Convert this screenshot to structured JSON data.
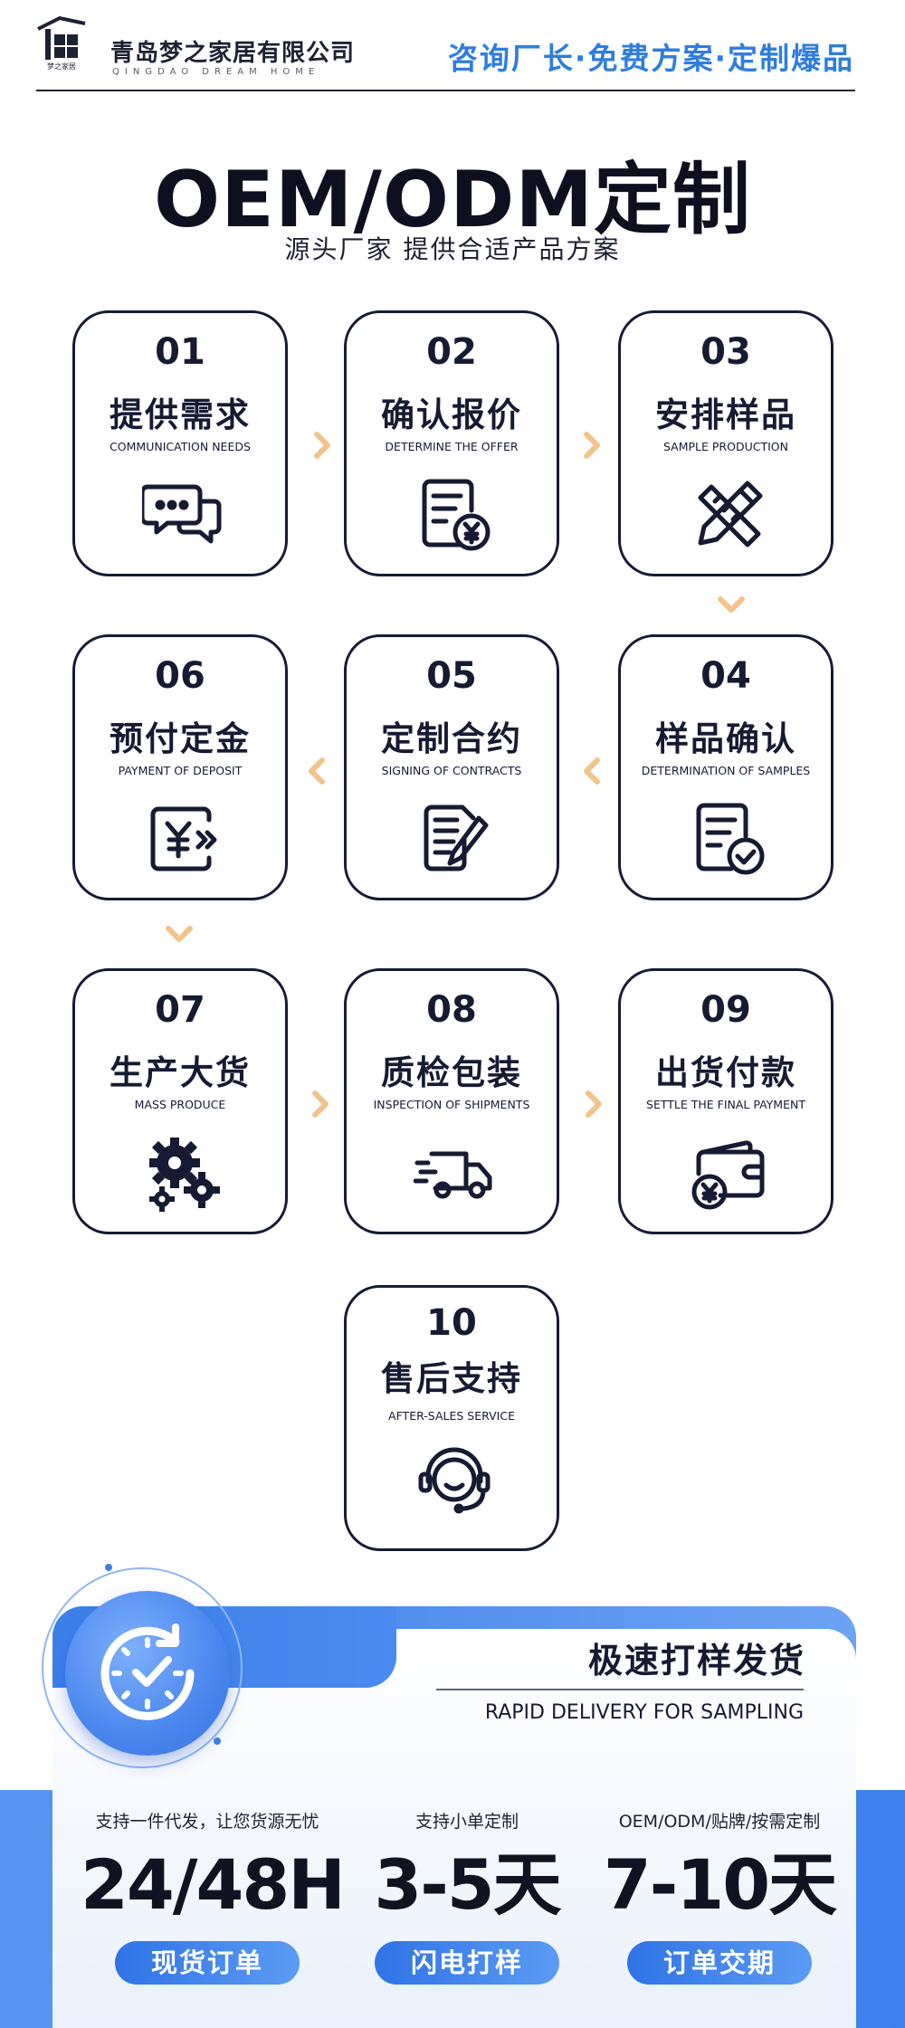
{
  "header": {
    "logo_text": "梦之家居",
    "company_cn": "青岛梦之家居有限公司",
    "company_en": "QINGDAO DREAM HOME",
    "slogan": "咨询厂长·免费方案·定制爆品"
  },
  "title": "OEM/ODM定制",
  "subtitle": "源头厂家 提供合适产品方案",
  "colors": {
    "accent_blue": "#2f7de0",
    "arrow_orange": "#f2c38a",
    "card_border": "#161b36"
  },
  "steps": [
    {
      "num": "01",
      "cn": "提供需求",
      "en": "COMMUNICATION NEEDS",
      "icon": "chat-bubbles-icon"
    },
    {
      "num": "02",
      "cn": "确认报价",
      "en": "DETERMINE THE OFFER",
      "icon": "quote-document-icon"
    },
    {
      "num": "03",
      "cn": "安排样品",
      "en": "SAMPLE PRODUCTION",
      "icon": "pencil-ruler-icon"
    },
    {
      "num": "04",
      "cn": "样品确认",
      "en": "DETERMINATION OF SAMPLES",
      "icon": "document-check-icon"
    },
    {
      "num": "05",
      "cn": "定制合约",
      "en": "SIGNING OF CONTRACTS",
      "icon": "contract-pen-icon"
    },
    {
      "num": "06",
      "cn": "预付定金",
      "en": "PAYMENT OF DEPOSIT",
      "icon": "yuan-payment-icon"
    },
    {
      "num": "07",
      "cn": "生产大货",
      "en": "MASS PRODUCE",
      "icon": "gears-icon"
    },
    {
      "num": "08",
      "cn": "质检包装",
      "en": "INSPECTION OF SHIPMENTS",
      "icon": "delivery-truck-icon"
    },
    {
      "num": "09",
      "cn": "出货付款",
      "en": "SETTLE THE FINAL PAYMENT",
      "icon": "wallet-yuan-icon"
    },
    {
      "num": "10",
      "cn": "售后支持",
      "en": "AFTER-SALES SERVICE",
      "icon": "headset-support-icon"
    }
  ],
  "rapid": {
    "title_cn": "极速打样发货",
    "title_en": "RAPID DELIVERY FOR SAMPLING",
    "icon": "clock-icon"
  },
  "offers": [
    {
      "caption": "支持一件代发，让您货源无忧",
      "value": "24/48H",
      "pill": "现货订单"
    },
    {
      "caption": "支持小单定制",
      "value": "3-5天",
      "pill": "闪电打样"
    },
    {
      "caption": "OEM/ODM/贴牌/按需定制",
      "value": "7-10天",
      "pill": "订单交期"
    }
  ]
}
